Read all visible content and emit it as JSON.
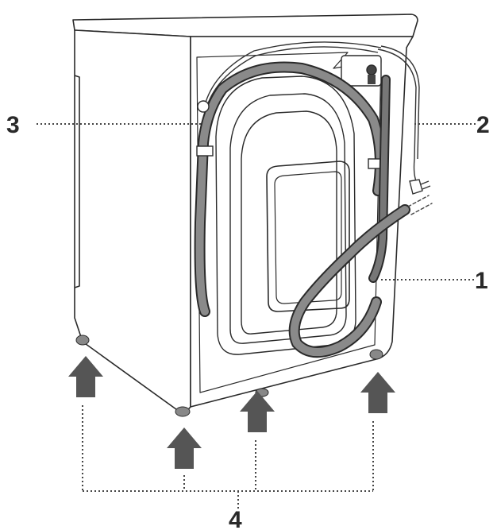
{
  "callouts": [
    {
      "id": "1",
      "label": "1"
    },
    {
      "id": "2",
      "label": "2"
    },
    {
      "id": "3",
      "label": "3"
    },
    {
      "id": "4",
      "label": "4"
    }
  ],
  "colors": {
    "outline": "#2a2a2a",
    "hose": "#7a7a7a",
    "arrow": "#555555",
    "leader": "#444444"
  }
}
